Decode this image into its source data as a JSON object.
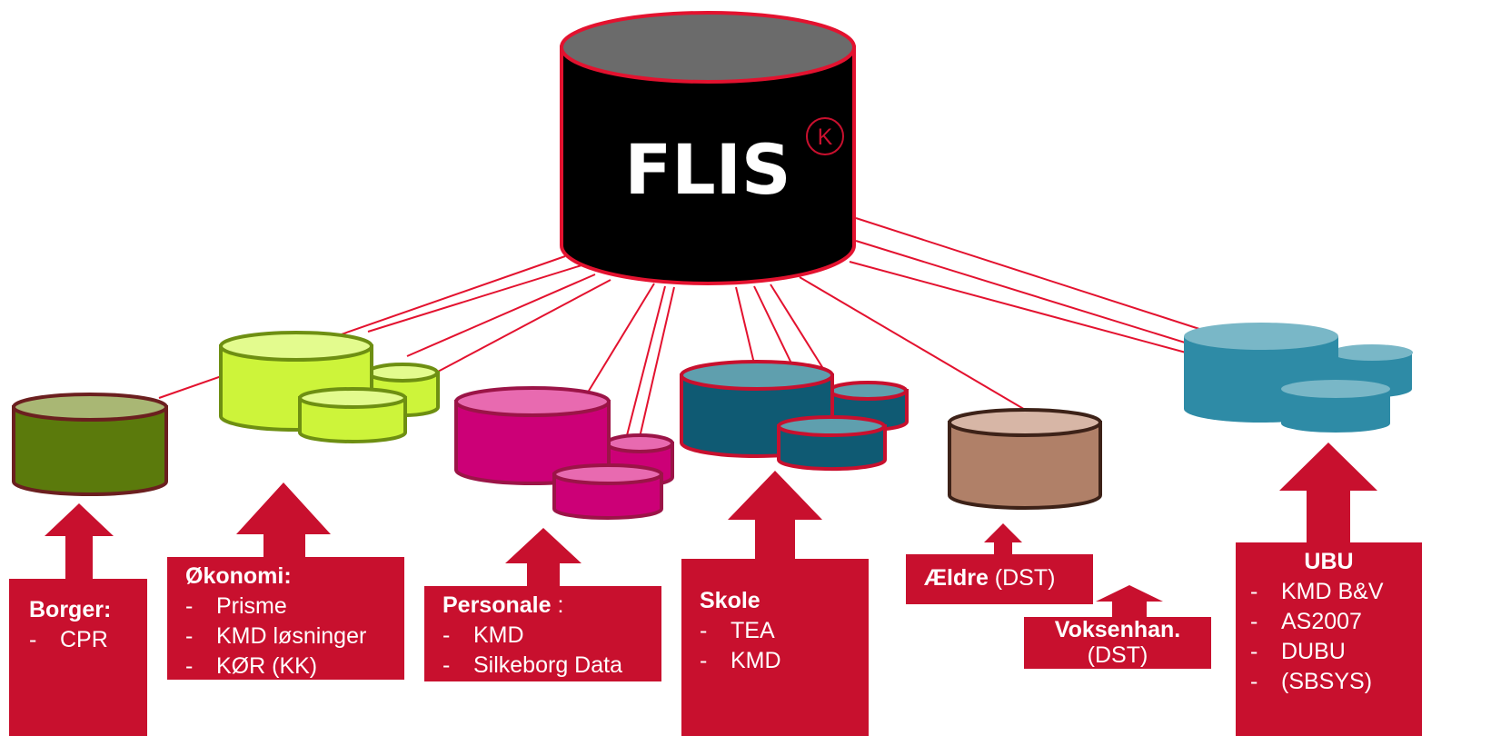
{
  "central": {
    "name": "FLIS",
    "mark": "K"
  },
  "sources": {
    "borger": {
      "title": "Borger:",
      "items": [
        "CPR"
      ]
    },
    "okonomi": {
      "title": "Økonomi:",
      "items": [
        "Prisme",
        "KMD løsninger",
        "KØR (KK)"
      ]
    },
    "personale": {
      "title": "Personale",
      "title_suffix": " :",
      "items": [
        "KMD",
        "Silkeborg Data"
      ]
    },
    "skole": {
      "title": "Skole",
      "items": [
        "TEA",
        "KMD"
      ]
    },
    "aeldre": {
      "title": "Ældre",
      "suffix": " (DST)"
    },
    "voksenhan": {
      "title": "Voksenhan.",
      "suffix": "(DST)"
    },
    "ubu": {
      "title": "UBU",
      "items": [
        "KMD B&V",
        "AS2007",
        "DUBU",
        "(SBSYS)"
      ]
    }
  },
  "colors": {
    "accent_red": "#c8102e",
    "line_red": "#e3122f",
    "borger_db": "#5b7a0c",
    "okonomi_db": "#cdf43a",
    "personale_db": "#cc0077",
    "skole_db": "#0f5a73",
    "aeldre_db": "#b08068",
    "ubu_db": "#2e8ba6"
  }
}
